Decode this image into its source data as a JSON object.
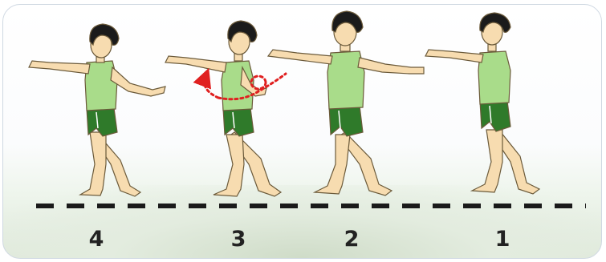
{
  "steps": [
    {
      "label": "4"
    },
    {
      "label": "3"
    },
    {
      "label": "2"
    },
    {
      "label": "1"
    }
  ],
  "colors": {
    "shirt": "#a9dc8a",
    "shorts": "#2f7a2a",
    "skin": "#f7dcb0",
    "hair": "#1b1b1b",
    "arrow": "#e02020",
    "ground_line": "#1a1a1a"
  }
}
